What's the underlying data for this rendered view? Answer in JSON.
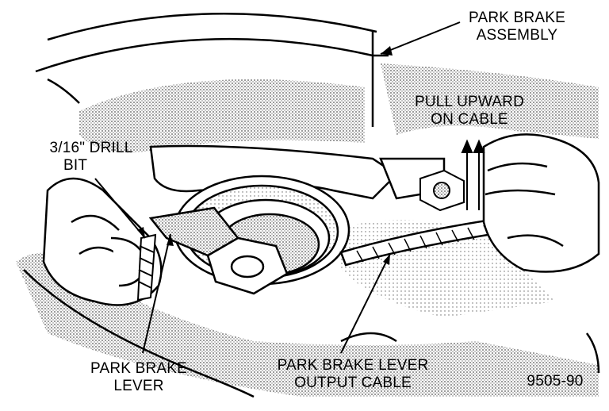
{
  "labels": {
    "park_brake_assembly": [
      "PARK BRAKE",
      "ASSEMBLY"
    ],
    "pull_upward": [
      "PULL UPWARD",
      "ON CABLE"
    ],
    "drill_bit": [
      "3/16\" DRILL",
      "BIT"
    ],
    "park_brake_lever": [
      "PARK BRAKE",
      "LEVER"
    ],
    "output_cable": [
      "PARK BRAKE LEVER",
      "OUTPUT CABLE"
    ],
    "figure_id": "9505-90"
  },
  "colors": {
    "ink": "#000000",
    "paper": "#ffffff",
    "stipple": "#8a8a8a"
  }
}
